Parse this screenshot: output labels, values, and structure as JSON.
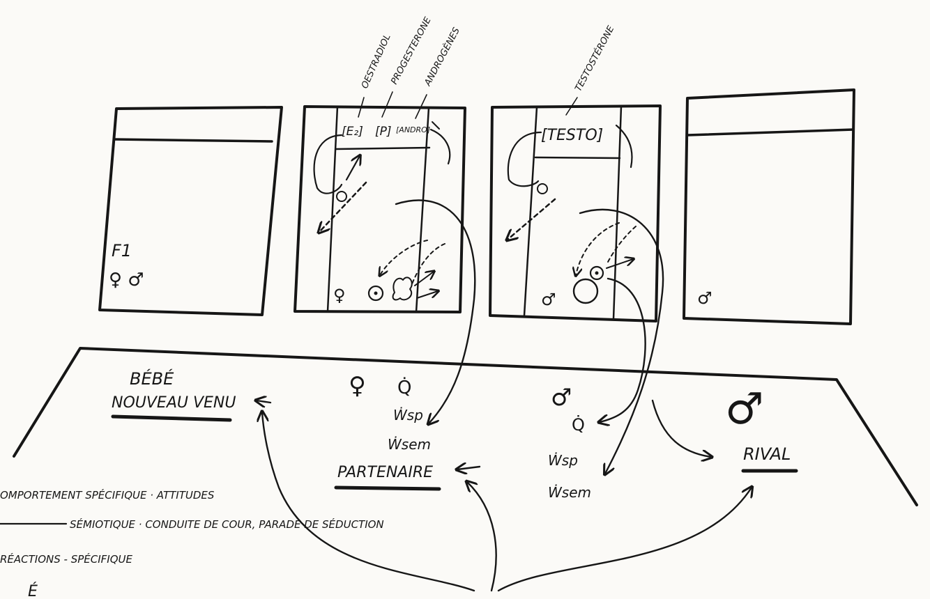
{
  "ink_color": "#161616",
  "paper_color": "#fbfaf7",
  "hormone_labels": {
    "estradiol": "OESTRADIOL",
    "progesterone": "PROGESTERONE",
    "androgenes": "ANDROGÈNES",
    "testosterone": "TESTOSTÉRONE"
  },
  "panels": {
    "p1": {
      "label": "F1",
      "symbols": "♀ ♂"
    },
    "p2": {
      "boxes": [
        "[E₂]",
        "[P]",
        "[ANDRO]"
      ],
      "sex": "♀"
    },
    "p3": {
      "box": "[TESTO]",
      "sex": "♂"
    },
    "p4": {
      "sex": "♂"
    }
  },
  "stage": {
    "bebe": {
      "line1": "BÉBÉ",
      "line2": "NOUVEAU VENU"
    },
    "female_group": {
      "sex": "♀",
      "q": "Q̇",
      "wsp": "Ẇsp",
      "wsem": "Ẇsem"
    },
    "partenaire": "PARTENAIRE",
    "male_group": {
      "sex": "♂",
      "q": "Q̇",
      "wsp": "Ẇsp",
      "wsem": "Ẇsem"
    },
    "rival": {
      "sex": "♂",
      "label": "RIVAL"
    }
  },
  "bottom_notes": {
    "line1": "OMPORTEMENT SPÉCIFIQUE · ATTITUDES",
    "line2": "SÉMIOTIQUE · CONDUITE DE COUR, PARADE DE SÉDUCTION",
    "line3": "RÉACTIONS - SPÉCIFIQUE",
    "line4_start": "É"
  }
}
